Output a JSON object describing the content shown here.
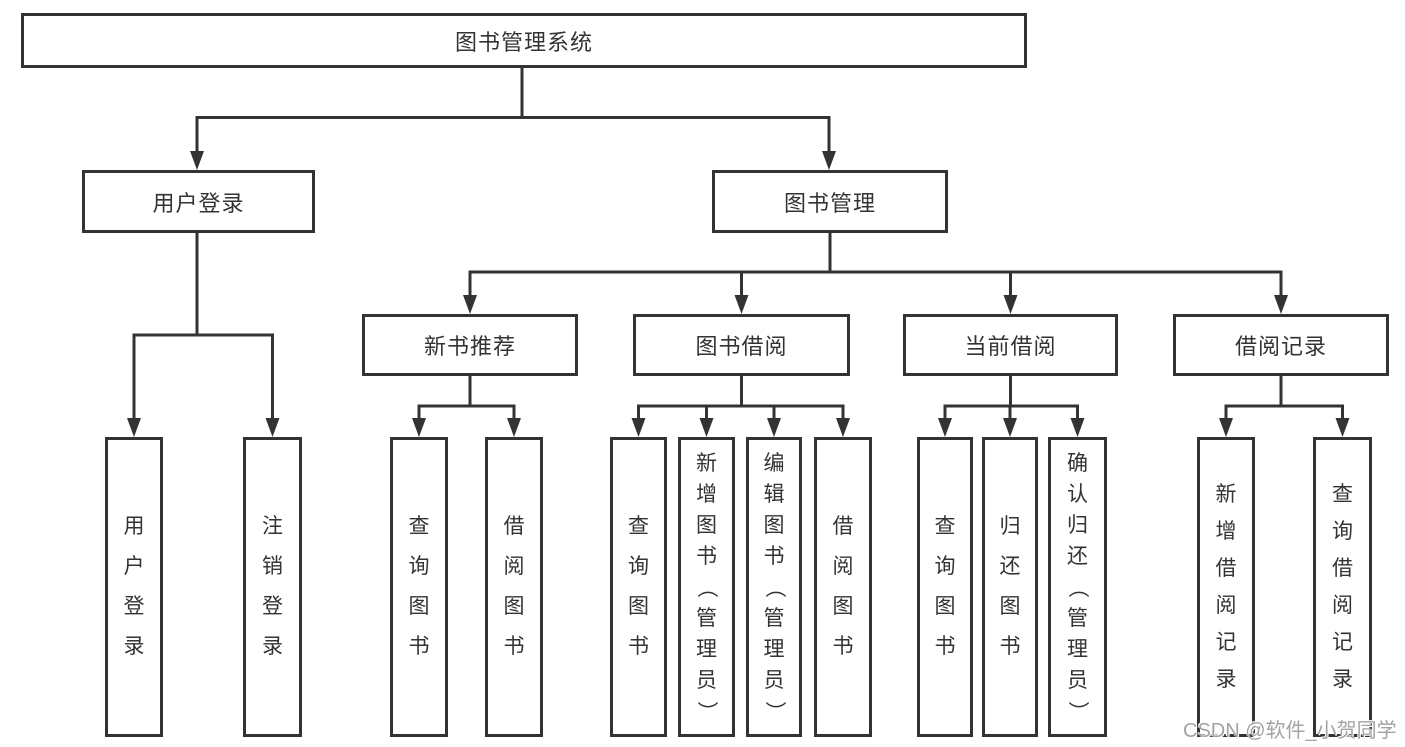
{
  "title": "图书管理系统",
  "tree": {
    "root": {
      "label": "图书管理系统"
    },
    "branches": [
      {
        "label": "用户登录",
        "children": [
          {
            "label": "用户登录"
          },
          {
            "label": "注销登录"
          }
        ]
      },
      {
        "label": "图书管理",
        "children": [
          {
            "label": "新书推荐",
            "children": [
              {
                "label": "查询图书"
              },
              {
                "label": "借阅图书"
              }
            ]
          },
          {
            "label": "图书借阅",
            "children": [
              {
                "label": "查询图书"
              },
              {
                "label": "新增图书（管理员）"
              },
              {
                "label": "编辑图书（管理员）"
              },
              {
                "label": "借阅图书"
              }
            ]
          },
          {
            "label": "当前借阅",
            "children": [
              {
                "label": "查询图书"
              },
              {
                "label": "归还图书"
              },
              {
                "label": "确认归还（管理员）"
              }
            ]
          },
          {
            "label": "借阅记录",
            "children": [
              {
                "label": "新增借阅记录"
              },
              {
                "label": "查询借阅记录"
              }
            ]
          }
        ]
      }
    ]
  },
  "watermark": "CSDN @软件_小贺同学",
  "colors": {
    "line": "#333333",
    "text": "#333333",
    "watermark": "#a3a3a3",
    "background": "#ffffff"
  }
}
